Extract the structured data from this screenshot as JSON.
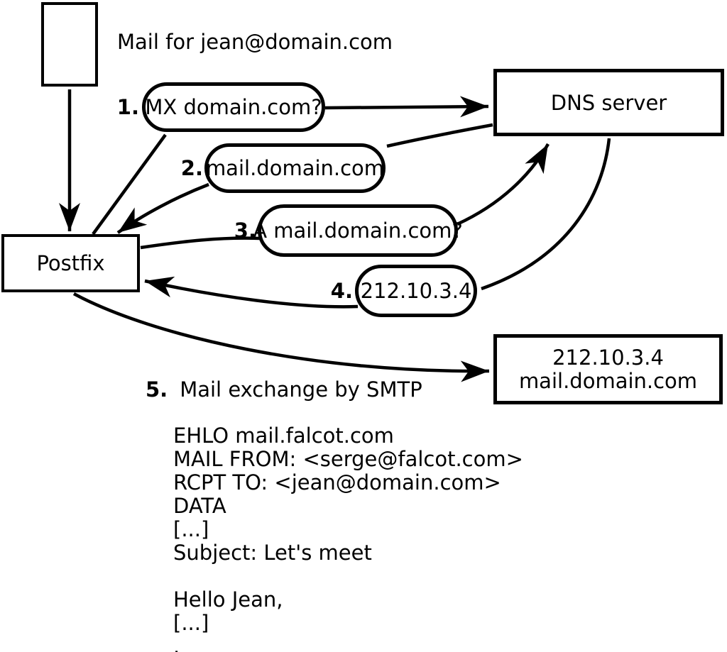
{
  "diagram": {
    "note": "Mail for jean@domain.com",
    "nodes": {
      "postfix": {
        "label": "Postfix"
      },
      "dns": {
        "label": "DNS server"
      },
      "destination": {
        "line1": "212.10.3.4",
        "line2": "mail.domain.com"
      }
    },
    "steps": [
      {
        "num": "1.",
        "label": "MX domain.com?"
      },
      {
        "num": "2.",
        "label": "mail.domain.com"
      },
      {
        "num": "3.",
        "label": "A mail.domain.com?"
      },
      {
        "num": "4.",
        "label": "212.10.3.4"
      },
      {
        "num": "5.",
        "label": "Mail exchange by SMTP"
      }
    ],
    "smtp_session": [
      "EHLO mail.falcot.com",
      "MAIL FROM: <serge@falcot.com>",
      "RCPT TO: <jean@domain.com>",
      "DATA",
      "[...]",
      "Subject: Let's meet",
      "",
      "Hello Jean,",
      "[...]",
      "."
    ],
    "colors": {
      "stroke": "#000000",
      "background": "#ffffff"
    }
  }
}
